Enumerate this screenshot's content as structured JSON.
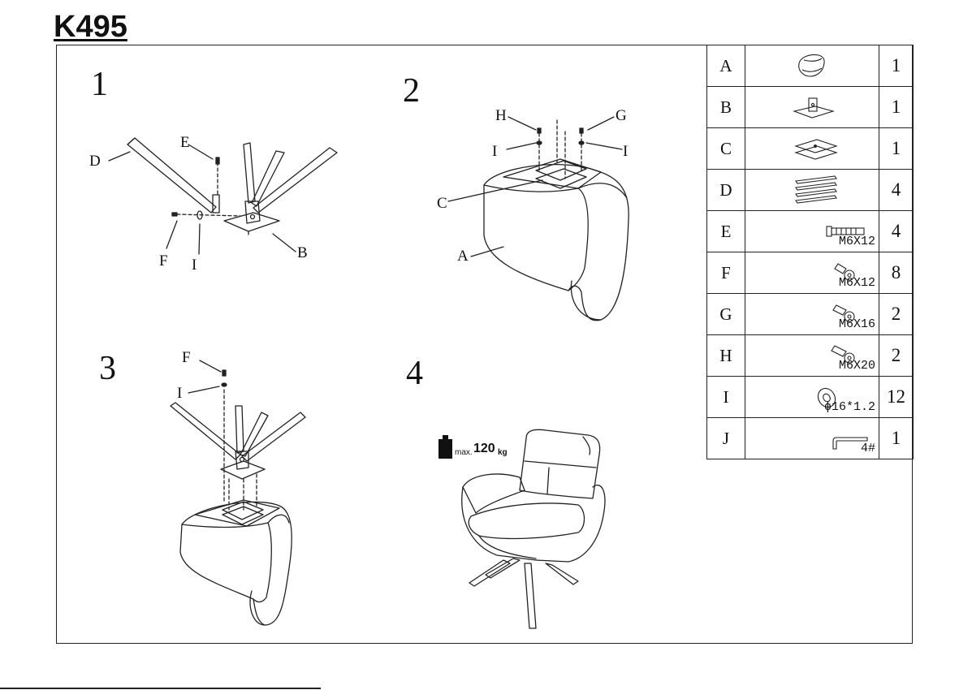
{
  "document": {
    "model": "K495"
  },
  "steps": [
    {
      "number": "1",
      "labels": {
        "D": "D",
        "E": "E",
        "F": "F",
        "I": "I",
        "B": "B"
      }
    },
    {
      "number": "2",
      "labels": {
        "H": "H",
        "G": "G",
        "I_left": "I",
        "I_right": "I",
        "C": "C",
        "A": "A"
      }
    },
    {
      "number": "3",
      "labels": {
        "F": "F",
        "I": "I"
      }
    },
    {
      "number": "4",
      "capacity": {
        "prefix": "max.",
        "value": "120",
        "unit": "kg"
      }
    }
  ],
  "parts": [
    {
      "letter": "A",
      "icon": "seat-icon",
      "spec": "",
      "qty": "1"
    },
    {
      "letter": "B",
      "icon": "swivel-bracket-icon",
      "spec": "",
      "qty": "1"
    },
    {
      "letter": "C",
      "icon": "mounting-plate-icon",
      "spec": "",
      "qty": "1"
    },
    {
      "letter": "D",
      "icon": "legs-icon",
      "spec": "",
      "qty": "4"
    },
    {
      "letter": "E",
      "icon": "long-bolt-icon",
      "spec": "M6X12",
      "qty": "4"
    },
    {
      "letter": "F",
      "icon": "bolt-icon",
      "spec": "M6X12",
      "qty": "8"
    },
    {
      "letter": "G",
      "icon": "bolt-icon",
      "spec": "M6X16",
      "qty": "2"
    },
    {
      "letter": "H",
      "icon": "bolt-icon",
      "spec": "M6X20",
      "qty": "2"
    },
    {
      "letter": "I",
      "icon": "washer-icon",
      "spec": "ϕ16*1.2",
      "qty": "12"
    },
    {
      "letter": "J",
      "icon": "allen-key-icon",
      "spec": "4#",
      "qty": "1"
    }
  ]
}
